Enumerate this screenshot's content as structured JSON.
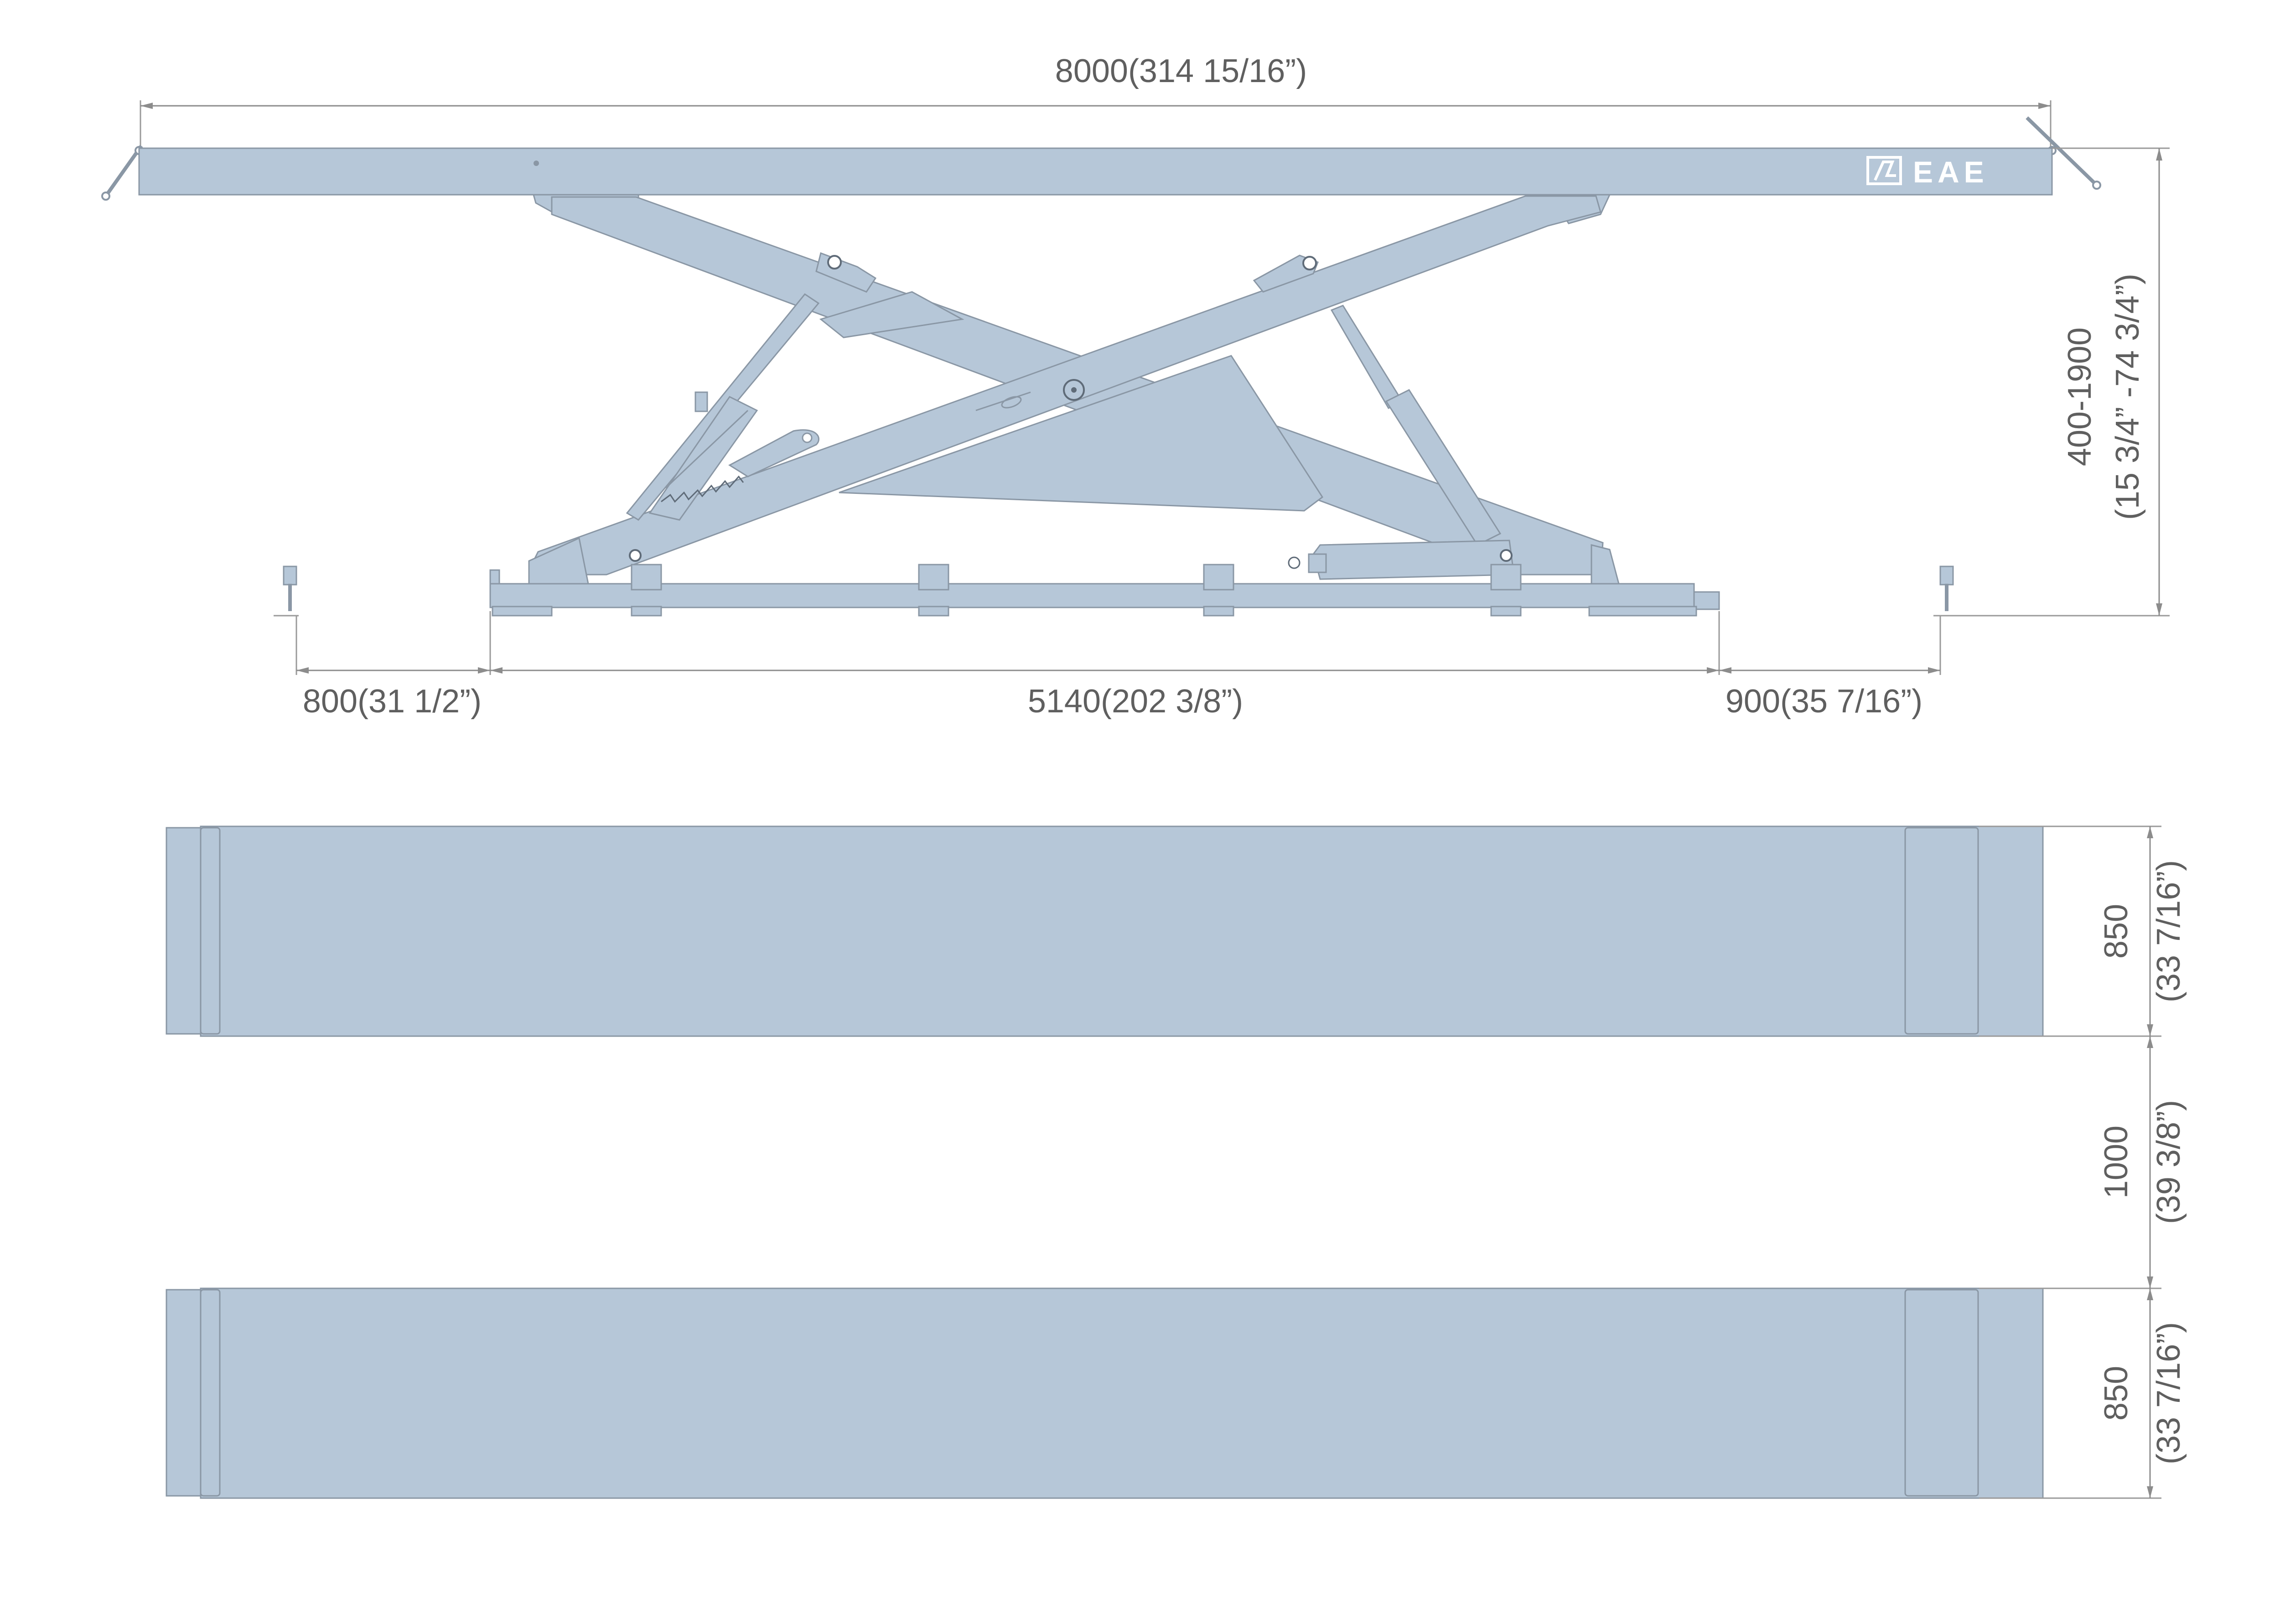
{
  "brand": {
    "logo_text": "EAE"
  },
  "side_view": {
    "overall_length": "8000(314 15/16”)",
    "height_range_mm": "400-1900",
    "height_range_in": "(15 3/4” -74 3/4”)",
    "left_ramp_gap": "800(31 1/2”)",
    "base_length": "5140(202 3/8”)",
    "right_ramp_gap": "900(35 7/16”)"
  },
  "top_view": {
    "platform_width_mm": "850",
    "platform_width_in": "(33 7/16”)",
    "platform_gap_mm": "1000",
    "platform_gap_in": "(39 3/8”)",
    "platform_width_2_mm": "850",
    "platform_width_2_in": "(33 7/16”)"
  },
  "colors": {
    "steel_blue": "#b6c7d8",
    "outline": "#8a97a5",
    "dimension": "#5f5f5f"
  }
}
